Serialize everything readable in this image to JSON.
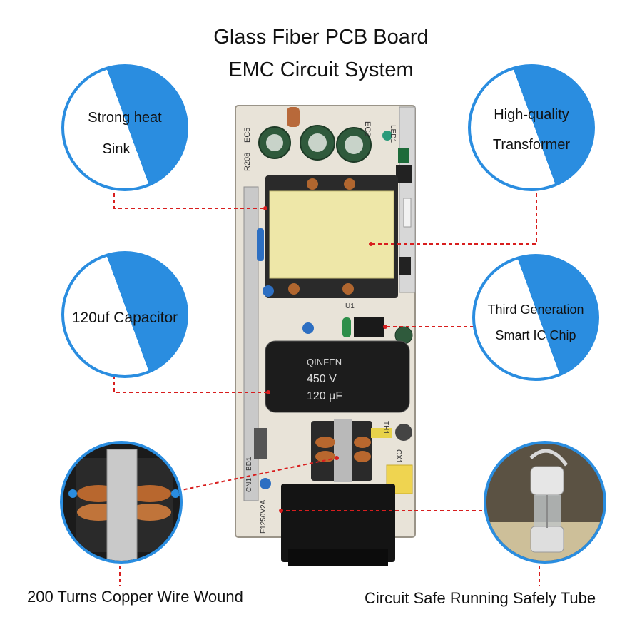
{
  "title": {
    "line1": "Glass Fiber PCB Board",
    "line2": "EMC Circuit System"
  },
  "callouts": {
    "heat_sink": {
      "line1": "Strong heat",
      "line2": "Sink"
    },
    "transformer": {
      "line1": "High-quality",
      "line2": "Transformer"
    },
    "capacitor": {
      "label": "120uf Capacitor"
    },
    "ic_chip": {
      "line1": "Third Generation",
      "line2": "Smart  IC Chip"
    }
  },
  "captions": {
    "copper_coil": "200 Turns Copper Wire Wound",
    "fuse_tube": "Circuit Safe Running Safely Tube"
  },
  "board_markings": {
    "cap_brand": "QINFEN",
    "cap_voltage": "450 V",
    "cap_capacitance": "120 µF",
    "ec5": "EC5",
    "ec3": "EC3",
    "r208": "R208",
    "led1": "LED1",
    "fuse": "F1250V2A",
    "cn1": "CN1",
    "u1": "U1",
    "cx1": "CX1",
    "th1": "TH1",
    "bd1": "BD1"
  },
  "colors": {
    "accent_blue": "#2a8de0",
    "leader_red": "#d81e1e",
    "transformer_yellow": "#eee7a8",
    "board_bg": "#e8e3d8"
  }
}
